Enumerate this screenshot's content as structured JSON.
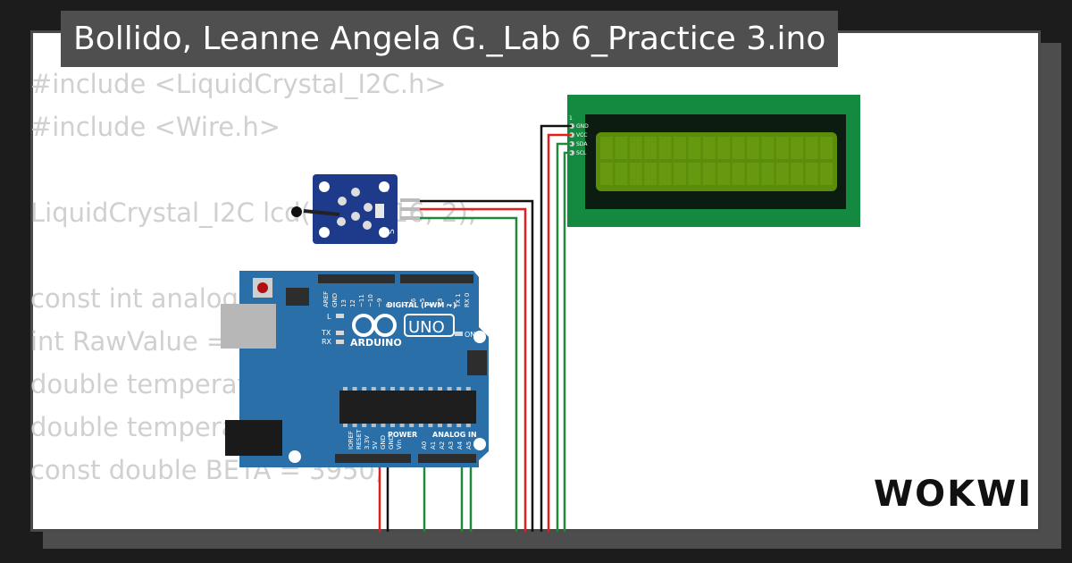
{
  "window": {
    "title": "Bollido, Leanne Angela G._Lab 6_Practice 3.ino"
  },
  "code_lines": [
    "#include <LiquidCrystal_I2C.h>",
    "#include <Wire.h>",
    "",
    "LiquidCrystal_I2C lcd(0x27, 16, 2);",
    "",
    "const int analogPin = A0;",
    "int RawValue = 0;",
    "double temperatureC = 0;",
    "double temperatureF = 0;",
    "const double BETA = 3950;"
  ],
  "arduino": {
    "brand": "ARDUINO",
    "model": "UNO",
    "digital_header": "DIGITAL (PWM ~)",
    "on_label": "ON",
    "power_label": "POWER",
    "analog_label": "ANALOG IN",
    "led_labels": [
      "L",
      "TX",
      "RX"
    ],
    "digital_pins": [
      "AREF",
      "GND",
      "13",
      "12",
      "~11",
      "~10",
      "~9",
      "8",
      "7",
      "~6",
      "~5",
      "4",
      "~3",
      "2",
      "TX 1",
      "RX 0"
    ],
    "power_pins": [
      "IOREF",
      "RESET",
      "3.3V",
      "5V",
      "GND",
      "GND",
      "Vin"
    ],
    "analog_pins": [
      "A0",
      "A1",
      "A2",
      "A3",
      "A4",
      "A5"
    ]
  },
  "lcd": {
    "pin_labels": [
      "GND",
      "VCC",
      "SDA",
      "SCL"
    ],
    "pin_one": "1"
  },
  "sensor": {
    "pin_labels": [
      "-",
      "S"
    ]
  },
  "logo": {
    "text": "WOKWI"
  },
  "colors": {
    "board": "#2a6fa8",
    "lcd_pcb": "#138a3f",
    "lcd_screen": "#5b8c0a",
    "wire_red": "#e0201c",
    "wire_green": "#1f8a3a",
    "wire_black": "#111111",
    "sensor_board": "#1e3a8a"
  }
}
